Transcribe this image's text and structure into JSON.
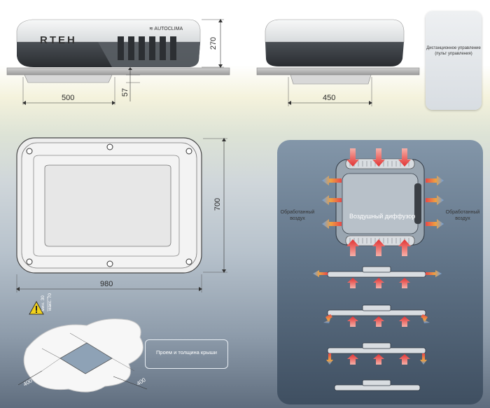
{
  "colors": {
    "hot_arrow": "#e84040",
    "cold_arrow": "#4a7fd0",
    "panel_bg": "#5e7185",
    "unit_dark": "#3b3f44",
    "unit_light": "#eef0f1"
  },
  "icons": {
    "warning": "warning-triangle-icon"
  },
  "side_view": {
    "brand": "RTEH",
    "maker": "≋ AUTOCLIMA",
    "dim_length": "500",
    "dim_height": "270",
    "dim_below": "57"
  },
  "front_view": {
    "dim_width": "450"
  },
  "remote": {
    "title": "Дистанционное управление (пульт управления)"
  },
  "top_view": {
    "dim_length": "980",
    "dim_width": "700"
  },
  "airflow": {
    "left_label_line1": "Обработанный",
    "left_label_line2": "воздух",
    "right_label_line1": "Обработанный",
    "right_label_line2": "воздух",
    "diffuser_label": "Воздушный диффузор"
  },
  "roof_hole": {
    "min_label": "мин. 30",
    "max_label": "макс. 70",
    "dim_a": "400",
    "dim_b": "400",
    "caption": "Проем и толщина крыши"
  }
}
